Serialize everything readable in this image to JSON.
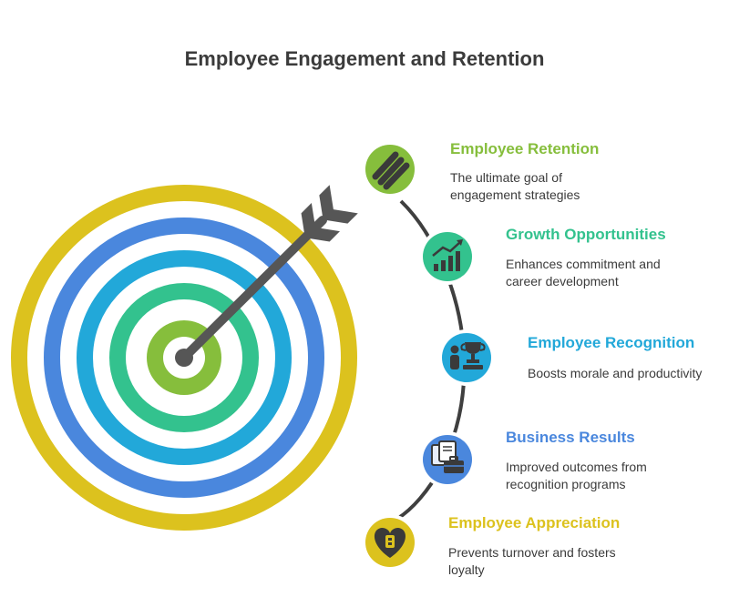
{
  "title": "Employee Engagement and Retention",
  "colors": {
    "ring_outer": "#dcc21e",
    "ring_blue": "#4a87dd",
    "ring_cyan": "#22a8d9",
    "ring_teal": "#33c28e",
    "ring_center": "#86be3c",
    "arrow": "#565656",
    "connector": "#3f3f3f"
  },
  "items": [
    {
      "title": "Employee Retention",
      "description": "The ultimate goal of engagement strategies",
      "color": "#86be3c",
      "icon": "stacked-bars-icon"
    },
    {
      "title": "Growth Opportunities",
      "description": "Enhances commitment and career development",
      "color": "#33c28e",
      "icon": "growth-chart-icon"
    },
    {
      "title": "Employee Recognition",
      "description": "Boosts morale and productivity",
      "color": "#22a8d9",
      "icon": "trophy-award-icon"
    },
    {
      "title": "Business Results",
      "description": "Improved outcomes from recognition programs",
      "color": "#4a87dd",
      "icon": "briefcase-documents-icon"
    },
    {
      "title": "Employee Appreciation",
      "description": "Prevents turnover and fosters loyalty",
      "color": "#dcc21e",
      "icon": "heart-badge-icon"
    }
  ]
}
